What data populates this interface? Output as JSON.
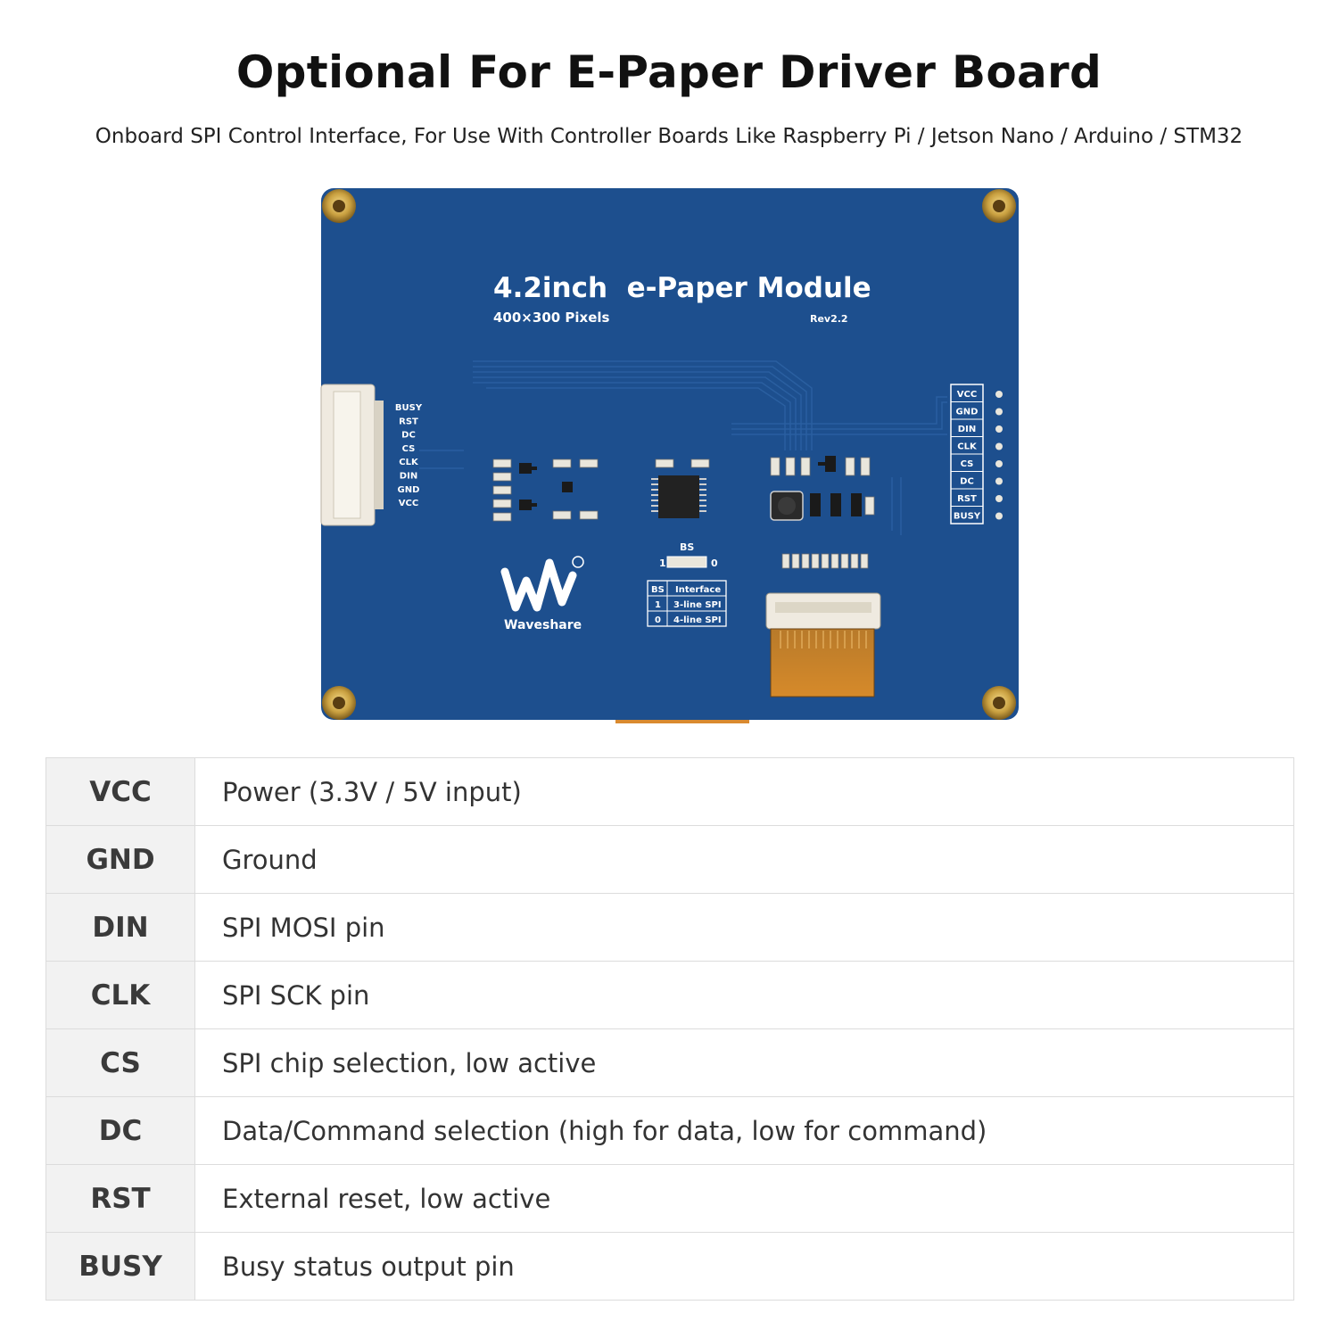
{
  "header": {
    "title": "Optional For E-Paper Driver Board",
    "subtitle": "Onboard SPI Control Interface, For Use With Controller Boards Like Raspberry Pi / Jetson Nano / Arduino / STM32"
  },
  "board": {
    "module_title": "4.2inch  e-Paper Module",
    "pixels": "400×300 Pixels",
    "revision": "Rev2.2",
    "brand": "Waveshare",
    "left_header_labels": [
      "BUSY",
      "RST",
      "DC",
      "CS",
      "CLK",
      "DIN",
      "GND",
      "VCC"
    ],
    "right_header_labels": [
      "VCC",
      "GND",
      "DIN",
      "CLK",
      "CS",
      "DC",
      "RST",
      "BUSY"
    ],
    "bs_label": "BS",
    "bs_one": "1",
    "bs_zero": "0",
    "bs_table": {
      "header": [
        "BS",
        "Interface"
      ],
      "rows": [
        [
          "1",
          "3-line SPI"
        ],
        [
          "0",
          "4-line SPI"
        ]
      ]
    },
    "colors": {
      "pcb": "#1d4f8e",
      "gold": "#c9a040",
      "connector": "#efeae0",
      "fpc": "#c8741c"
    }
  },
  "pin_table": [
    {
      "pin": "VCC",
      "description": "Power (3.3V / 5V input)"
    },
    {
      "pin": "GND",
      "description": "Ground"
    },
    {
      "pin": "DIN",
      "description": "SPI MOSI pin"
    },
    {
      "pin": "CLK",
      "description": "SPI SCK pin"
    },
    {
      "pin": "CS",
      "description": "SPI chip selection, low active"
    },
    {
      "pin": "DC",
      "description": "Data/Command selection (high for data, low for command)"
    },
    {
      "pin": "RST",
      "description": "External reset, low active"
    },
    {
      "pin": "BUSY",
      "description": "Busy status output pin"
    }
  ]
}
